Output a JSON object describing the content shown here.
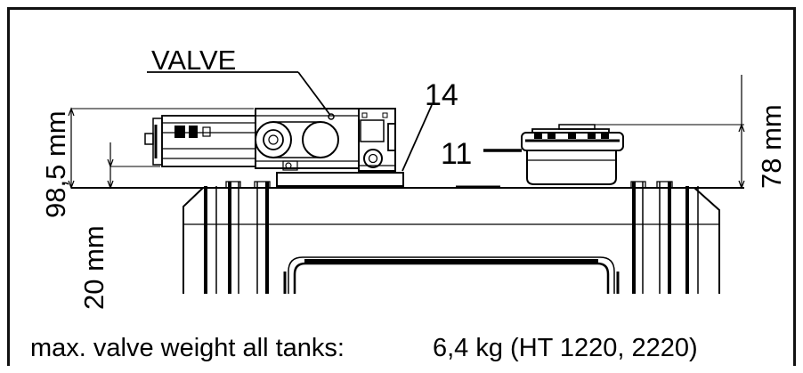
{
  "labels": {
    "valve": "VALVE",
    "callout_14": "14",
    "callout_11": "11",
    "dim_total_height": "98,5 mm",
    "dim_offset": "20 mm",
    "dim_cap_height": "78 mm"
  },
  "caption": {
    "label": "max. valve weight all tanks:",
    "value": "6,4 kg (HT 1220, 2220)"
  },
  "colors": {
    "line": "#000000",
    "frame": "#111111",
    "background": "#ffffff"
  }
}
